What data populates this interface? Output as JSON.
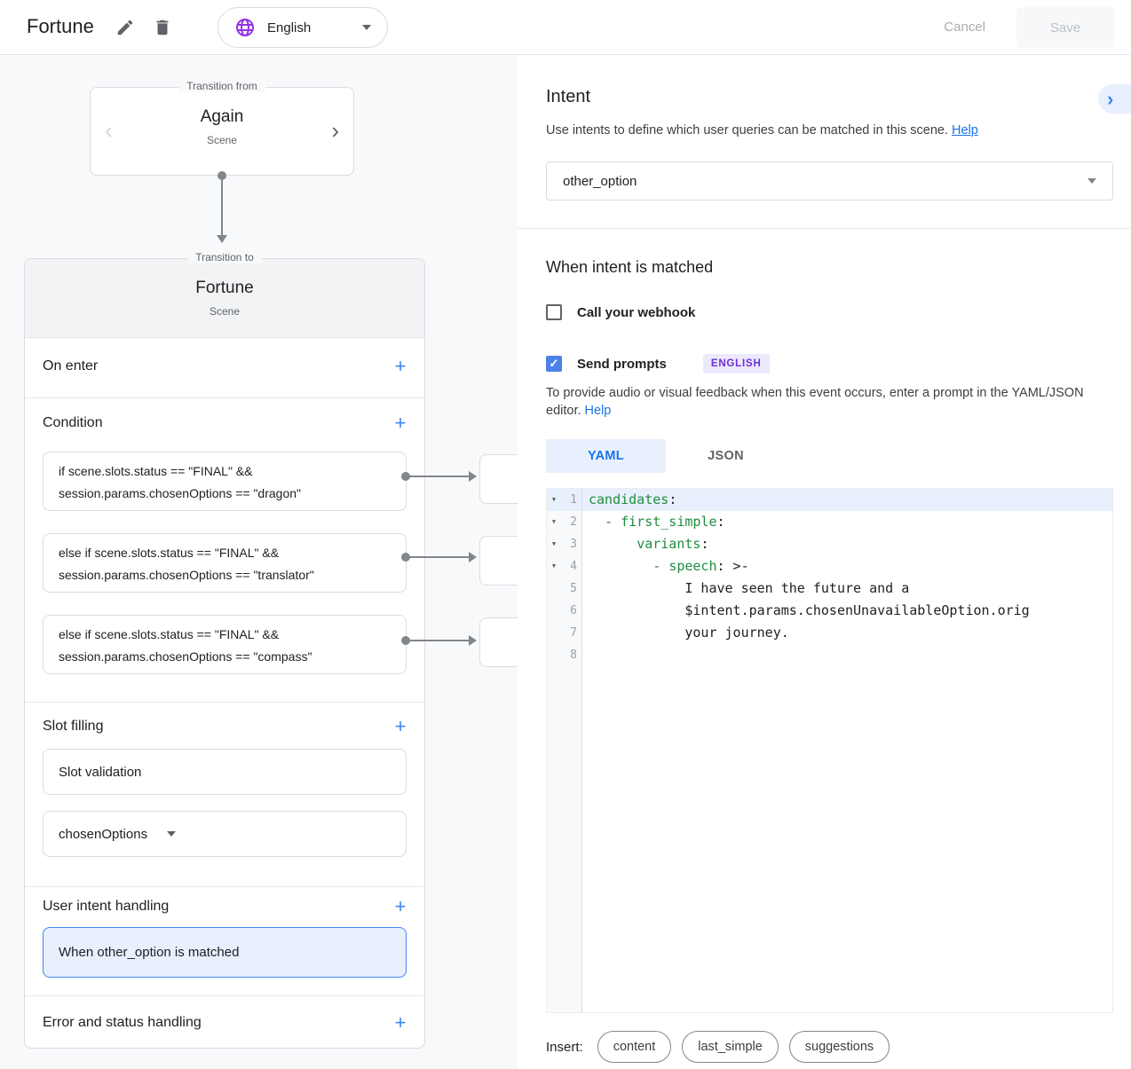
{
  "colors": {
    "accent_blue": "#4285f4",
    "link_blue": "#1a73e8",
    "selection_blue_bg": "#e8f0fe",
    "badge_purple": "#6d2fd8",
    "badge_purple_bg": "#ece9fd",
    "globe_purple": "#9334e6",
    "yaml_key_green": "#1e8e3e",
    "panel_gray": "#f8f9fa"
  },
  "glyphs": {
    "plus": "+",
    "fold": "▼",
    "check": "✓",
    "chevron_left": "‹",
    "chevron_right": "›",
    "collapse": "›"
  },
  "icons": [
    "edit-icon",
    "delete-icon",
    "globe-icon",
    "caret-down-icon",
    "chevron-left-icon",
    "chevron-right-icon",
    "plus-icon",
    "checkbox-unchecked-icon",
    "checkbox-checked-icon",
    "collapse-panel-icon",
    "fold-arrow-icon",
    "connector-arrow"
  ],
  "topbar": {
    "title": "Fortune",
    "language": "English",
    "cancel_label": "Cancel",
    "save_label": "Save"
  },
  "flow": {
    "transition_from_label": "Transition from",
    "from_scene": {
      "name": "Again",
      "type": "Scene"
    },
    "transition_to_label": "Transition to",
    "to_scene": {
      "name": "Fortune",
      "type": "Scene"
    },
    "sections": {
      "on_enter": "On enter",
      "condition": "Condition",
      "slot_filling": "Slot filling",
      "user_intent_handling": "User intent handling",
      "error_handling": "Error and status handling"
    },
    "conditions": [
      {
        "line1": "if scene.slots.status == \"FINAL\" &&",
        "line2": "session.params.chosenOptions == \"dragon\""
      },
      {
        "line1": "else if scene.slots.status == \"FINAL\" &&",
        "line2": "session.params.chosenOptions == \"translator\""
      },
      {
        "line1": "else if scene.slots.status == \"FINAL\" &&",
        "line2": "session.params.chosenOptions == \"compass\""
      }
    ],
    "slot_validation_label": "Slot validation",
    "slot_name": "chosenOptions",
    "intent_handler_label": "When other_option is matched"
  },
  "intent": {
    "title": "Intent",
    "description": "Use intents to define which user queries can be matched in this scene.",
    "help_label": "Help",
    "selected_intent": "other_option",
    "matched_title": "When intent is matched",
    "webhook_label": "Call your webhook",
    "prompts_label": "Send prompts",
    "language_badge": "ENGLISH",
    "prompt_hint": "To provide audio or visual feedback when this event occurs, enter a prompt in the YAML/JSON editor.",
    "hint_help_label": "Help",
    "insert_label": "Insert:",
    "insert_chips": [
      "content",
      "last_simple",
      "suggestions"
    ]
  },
  "editor": {
    "tabs": [
      {
        "label": "YAML",
        "active": true
      },
      {
        "label": "JSON",
        "active": false
      }
    ],
    "lines": [
      {
        "fold": true,
        "active": true,
        "segs": [
          {
            "c": "key",
            "t": "candidates"
          },
          {
            "c": "plain",
            "t": ":"
          }
        ]
      },
      {
        "fold": true,
        "segs": [
          {
            "c": "plain",
            "t": "  "
          },
          {
            "c": "meta",
            "t": "- "
          },
          {
            "c": "key",
            "t": "first_simple"
          },
          {
            "c": "plain",
            "t": ":"
          }
        ]
      },
      {
        "fold": true,
        "segs": [
          {
            "c": "plain",
            "t": "      "
          },
          {
            "c": "key",
            "t": "variants"
          },
          {
            "c": "plain",
            "t": ":"
          }
        ]
      },
      {
        "fold": true,
        "segs": [
          {
            "c": "plain",
            "t": "        "
          },
          {
            "c": "meta",
            "t": "- "
          },
          {
            "c": "key",
            "t": "speech"
          },
          {
            "c": "plain",
            "t": ": >-"
          }
        ]
      },
      {
        "segs": [
          {
            "c": "plain",
            "t": "            I have seen the future and a"
          }
        ]
      },
      {
        "segs": [
          {
            "c": "plain",
            "t": "            $intent.params.chosenUnavailableOption.orig"
          }
        ]
      },
      {
        "segs": [
          {
            "c": "plain",
            "t": "            your journey."
          }
        ]
      },
      {
        "segs": []
      }
    ]
  }
}
